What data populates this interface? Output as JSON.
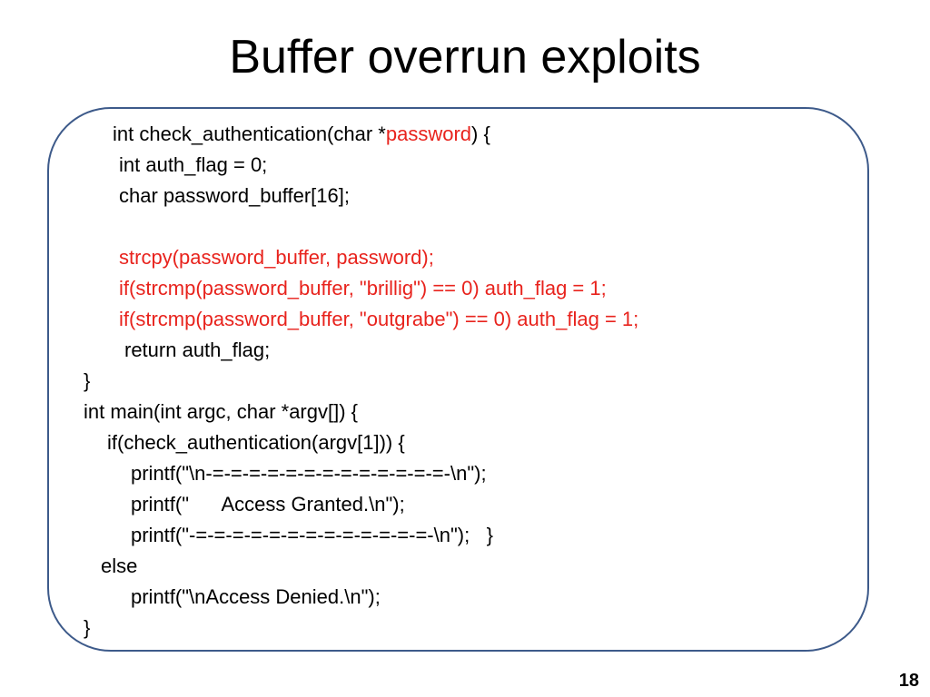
{
  "slide": {
    "title": "Buffer overrun exploits",
    "page_number": "18"
  },
  "code": {
    "lines": [
      {
        "segments": [
          {
            "text": "int check_authentication(char *",
            "color": "#000000"
          },
          {
            "text": "password",
            "color": "#e8231d"
          },
          {
            "text": ") {",
            "color": "#000000"
          }
        ]
      },
      {
        "text": "int auth_flag = 0;",
        "color": "#000000"
      },
      {
        "text": "char password_buffer[16];",
        "color": "#000000"
      },
      {
        "text": "",
        "color": "#000000"
      },
      {
        "text": "strcpy(password_buffer, password);",
        "color": "#e8231d"
      },
      {
        "text": "if(strcmp(password_buffer, \"brillig\") == 0) auth_flag = 1;",
        "color": "#e8231d"
      },
      {
        "text": "if(strcmp(password_buffer, \"outgrabe\") == 0) auth_flag = 1;",
        "color": "#e8231d"
      },
      {
        "text": "return auth_flag;",
        "color": "#000000"
      },
      {
        "text": "}",
        "color": "#000000"
      },
      {
        "text": "int main(int argc, char *argv[]) {",
        "color": "#000000"
      },
      {
        "text": "if(check_authentication(argv[1])) {",
        "color": "#000000"
      },
      {
        "text": "printf(\"\\n-=-=-=-=-=-=-=-=-=-=-=-=-=-\\n\");",
        "color": "#000000"
      },
      {
        "text": "printf(\"      Access Granted.\\n\");",
        "color": "#000000"
      },
      {
        "text": "printf(\"-=-=-=-=-=-=-=-=-=-=-=-=-=-\\n\");   }",
        "color": "#000000"
      },
      {
        "text": "else",
        "color": "#000000"
      },
      {
        "text": "printf(\"\\nAccess Denied.\\n\");",
        "color": "#000000"
      },
      {
        "text": "}",
        "color": "#000000"
      }
    ]
  },
  "colors": {
    "box_border": "#3d5a8a",
    "highlight": "#e8231d",
    "text": "#000000"
  }
}
